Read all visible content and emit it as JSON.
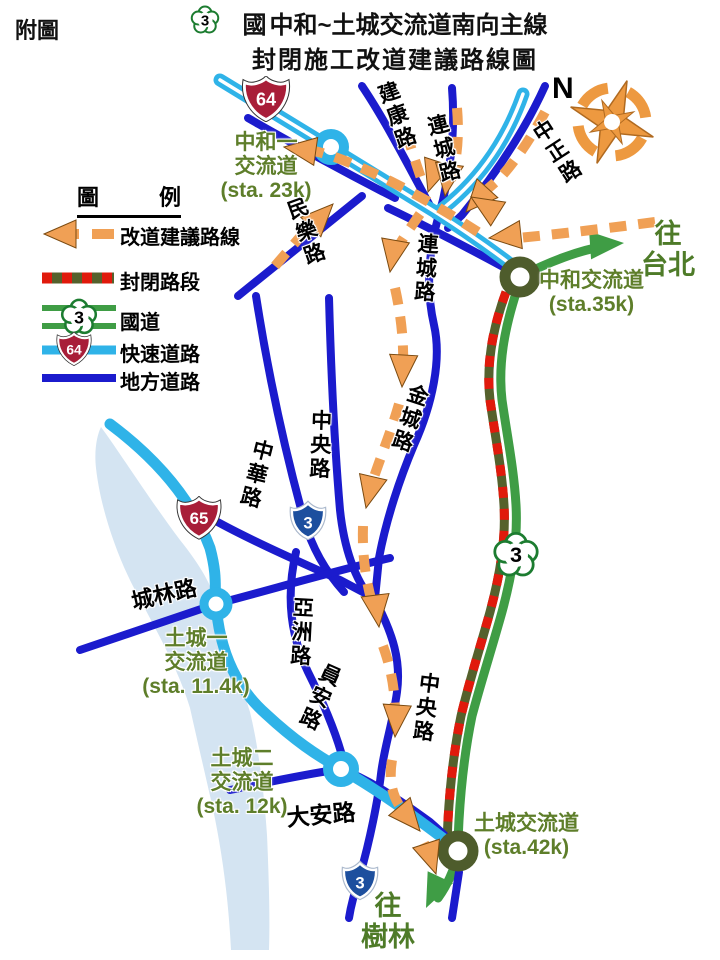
{
  "header": {
    "corner_label": "附圖",
    "title_prefix": "國",
    "title_shield_number": "3",
    "title_main": "中和~土城交流道南向主線",
    "title_line2": "封閉施工改道建議路線圖"
  },
  "legend": {
    "title_left": "圖",
    "title_right": "例",
    "detour_label": "改道建議路線",
    "closed_label": "封閉路段",
    "national_label": "國道",
    "expressway_label": "快速道路",
    "local_label": "地方道路"
  },
  "compass": {
    "north": "N"
  },
  "shields": {
    "expressway_64": "64",
    "expressway_65": "65",
    "national_3": "3",
    "provincial_3": "3"
  },
  "roads": {
    "jiankang": "建康路",
    "liancheng_north": "連城路",
    "zhongzheng": "中正路",
    "minle": "民樂路",
    "liancheng_south": "連城路",
    "jincheng": "金城路",
    "zhongyang_west": "中央路",
    "zhonghua": "中華路",
    "yazhou": "亞洲路",
    "yuanan": "員安路",
    "zhongyang_south": "中央路",
    "chenglin": "城林路",
    "daan": "大安路"
  },
  "interchanges": {
    "zhonghe1": {
      "line1": "中和一",
      "line2": "交流道",
      "sta": "(sta. 23k)"
    },
    "zhonghe": {
      "line1": "中和交流道",
      "sta": "(sta.35k)"
    },
    "tucheng1": {
      "line1": "土城一",
      "line2": "交流道",
      "sta": "(sta. 11.4k)"
    },
    "tucheng2": {
      "line1": "土城二",
      "line2": "交流道",
      "sta": "(sta. 12k)"
    },
    "tucheng": {
      "line1": "土城交流道",
      "sta": "(sta.42k)"
    }
  },
  "directions": {
    "taipei_line1": "往",
    "taipei_line2": "台北",
    "shulin_line1": "往",
    "shulin_line2": "樹林"
  },
  "colors": {
    "detour_orange": "#F0A055",
    "closed_red": "#E01A0C",
    "closed_dark": "#55612C",
    "national_green": "#3F9D45",
    "expressway_blue": "#2FB3E8",
    "local_blue": "#1B1BCD",
    "river_blue": "#D4E4F2",
    "ring_dark_green": "#4E5C2C",
    "label_green": "#5E7E2A",
    "shield_red": "#A81E38",
    "shield_blue": "#1D4F9E",
    "compass_orange": "#ED9940"
  }
}
